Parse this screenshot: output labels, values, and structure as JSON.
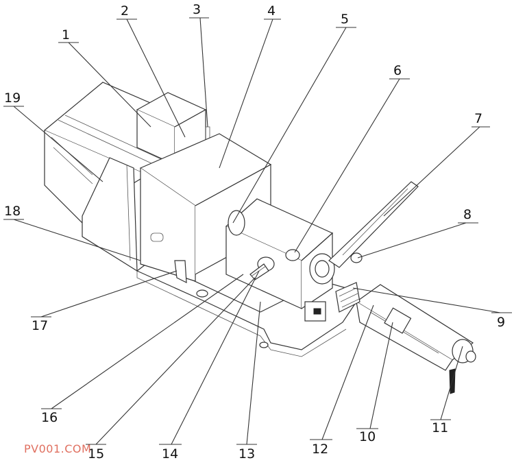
{
  "labels": [
    {
      "id": "1",
      "text": "1"
    },
    {
      "id": "2",
      "text": "2"
    },
    {
      "id": "3",
      "text": "3"
    },
    {
      "id": "4",
      "text": "4"
    },
    {
      "id": "5",
      "text": "5"
    },
    {
      "id": "6",
      "text": "6"
    },
    {
      "id": "7",
      "text": "7"
    },
    {
      "id": "8",
      "text": "8"
    },
    {
      "id": "9",
      "text": "9"
    },
    {
      "id": "10",
      "text": "10"
    },
    {
      "id": "11",
      "text": "11"
    },
    {
      "id": "12",
      "text": "12"
    },
    {
      "id": "13",
      "text": "13"
    },
    {
      "id": "14",
      "text": "14"
    },
    {
      "id": "15",
      "text": "15"
    },
    {
      "id": "16",
      "text": "16"
    },
    {
      "id": "17",
      "text": "17"
    },
    {
      "id": "18",
      "text": "18"
    },
    {
      "id": "19",
      "text": "19"
    }
  ],
  "watermark": "PV001.COM",
  "colors": {
    "line": "#333333",
    "watermark": "#e07060",
    "background": "#ffffff"
  }
}
